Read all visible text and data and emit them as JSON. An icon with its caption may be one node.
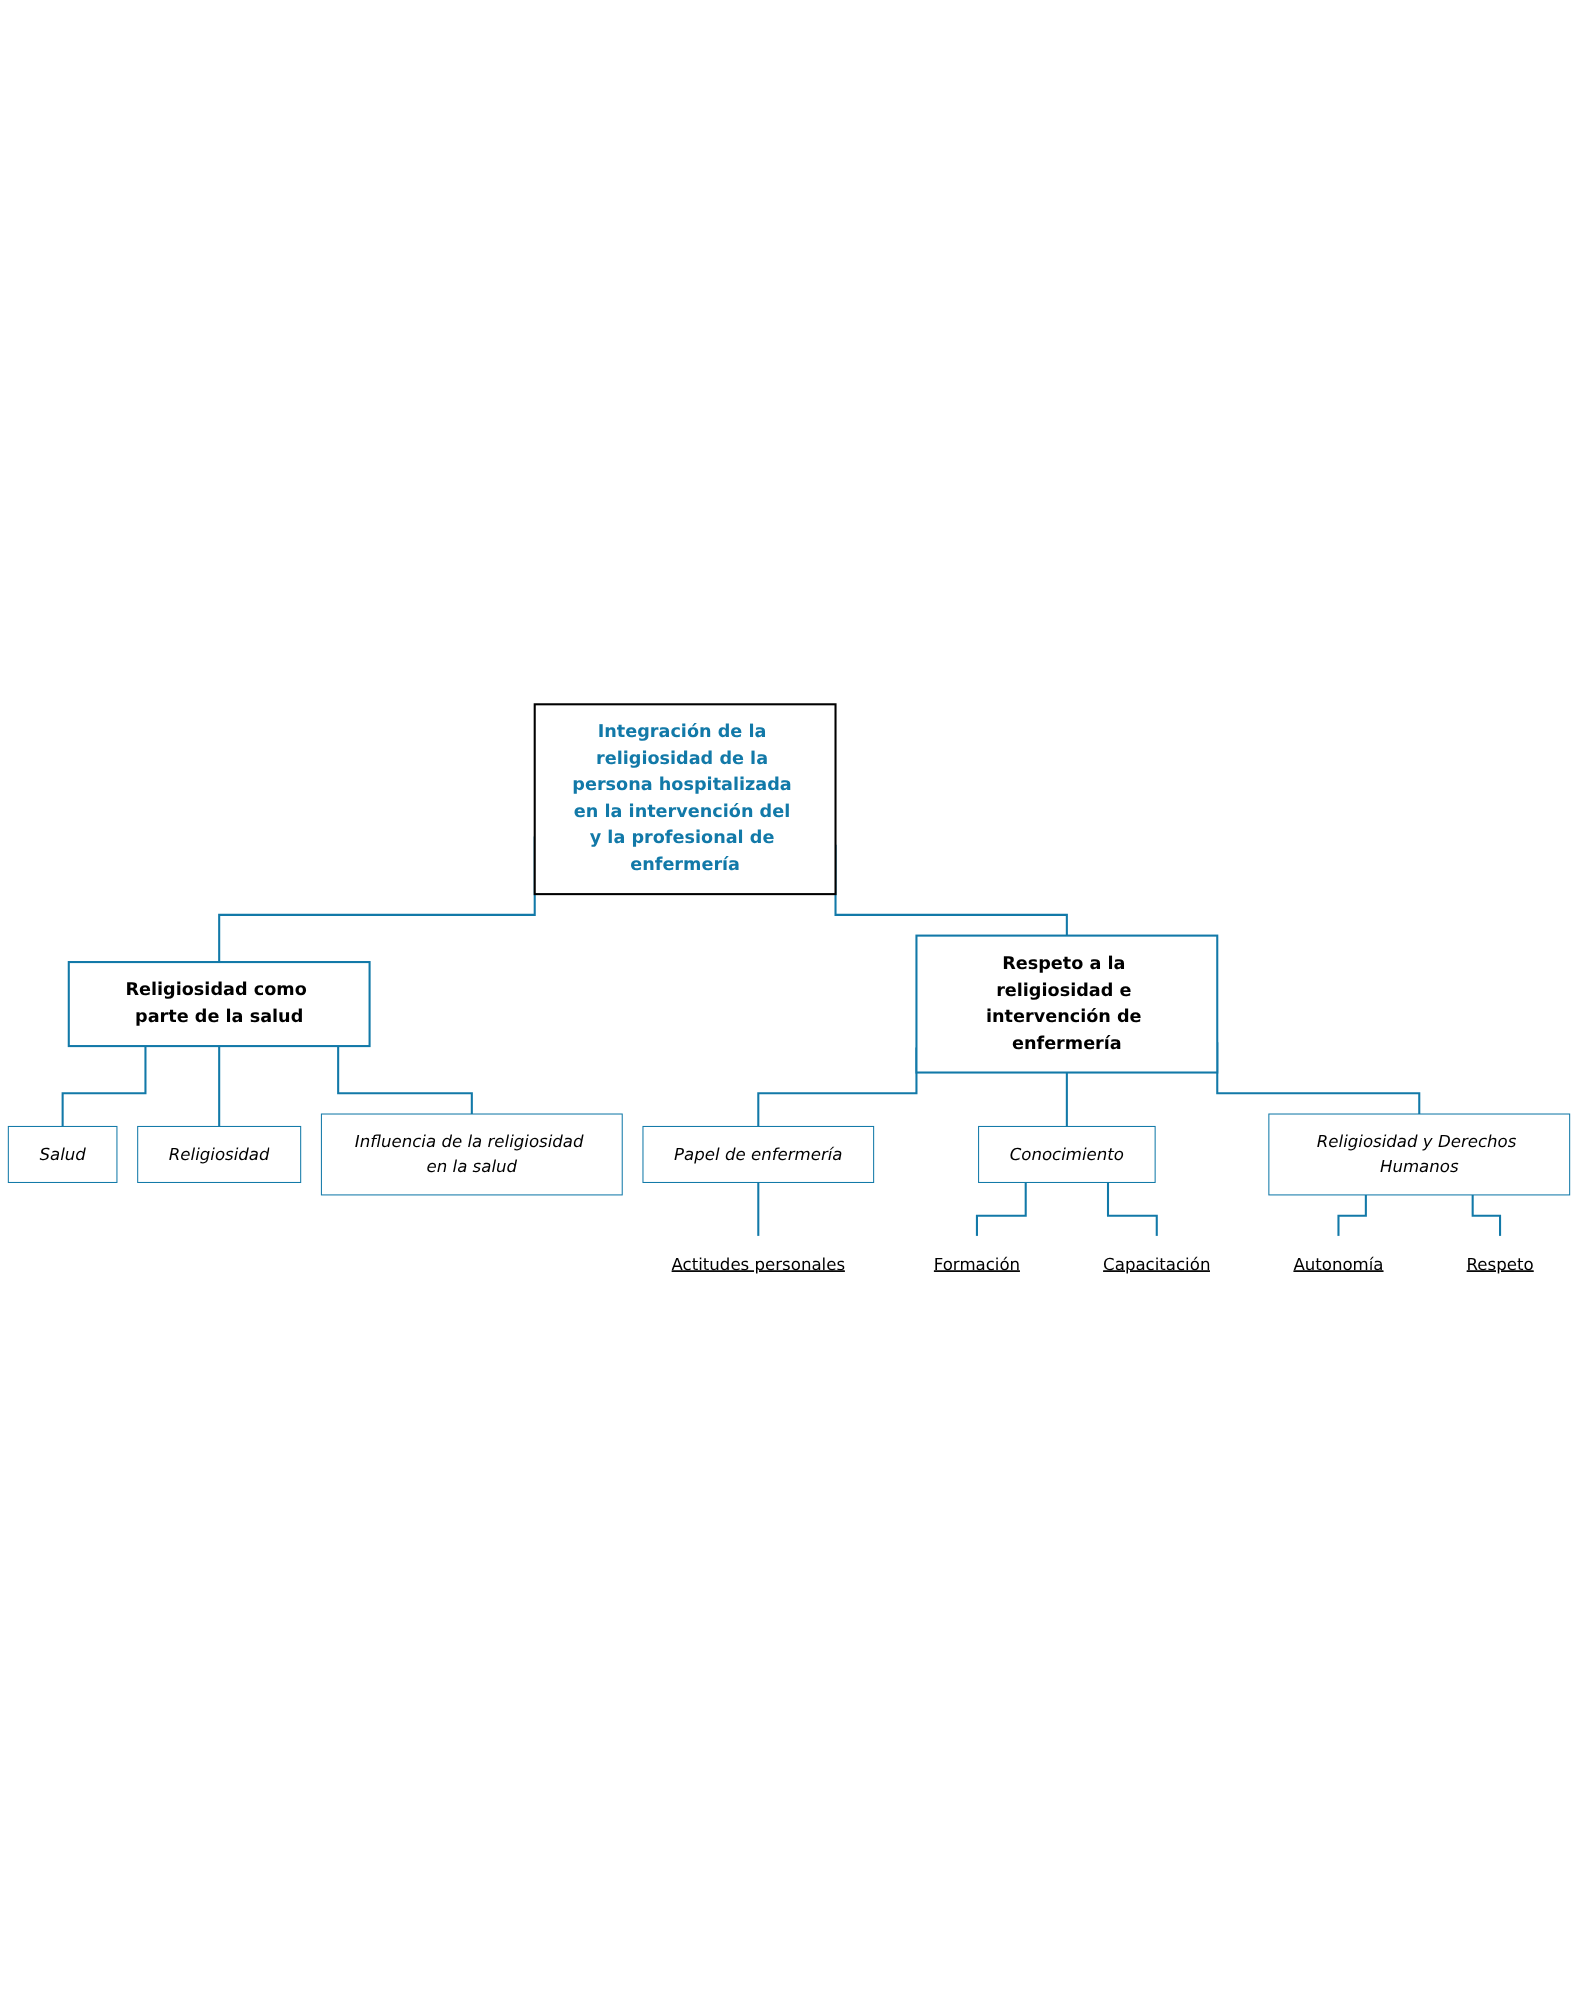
{
  "diagram": {
    "nodes": [
      {
        "text": [
          "Integración de la religiosidad de la persona hospitalizada en la intervención del y la profesional de enfermería"
        ]
      },
      {
        "text": [
          "Religiosidad como parte de la salud"
        ]
      },
      {
        "text": [
          "Respeto a la religiosidad e intervención de enfermería"
        ]
      },
      {
        "text": [
          "Salud"
        ]
      },
      {
        "text": [
          "Religiosidad"
        ]
      },
      {
        "text": [
          "Influencia de la religiosidad en la salud"
        ]
      },
      {
        "text": [
          "Papel de enfermería"
        ]
      },
      {
        "text": [
          "Actitudes personales"
        ]
      },
      {
        "text": [
          "Conocimiento"
        ]
      },
      {
        "text": [
          "Formación"
        ]
      },
      {
        "text": [
          "Capacitación"
        ]
      },
      {
        "text": [
          "Religiosidad y Derechos Humanos"
        ]
      },
      {
        "text": [
          "Autonomía"
        ]
      },
      {
        "text": [
          "Respeto"
        ]
      }
    ],
    "edges": [
      {
        "from": 0,
        "to": 1,
        "arrow": "none"
      },
      {
        "from": 0,
        "to": 2,
        "arrow": "none"
      },
      {
        "from": 1,
        "to": 3,
        "arrow": "none"
      },
      {
        "from": 1,
        "to": 4,
        "arrow": "none"
      },
      {
        "from": 1,
        "to": 5,
        "arrow": "none"
      },
      {
        "from": 2,
        "to": 6,
        "arrow": "none"
      },
      {
        "from": 6,
        "to": 7,
        "arrow": "none"
      },
      {
        "from": 2,
        "to": 8,
        "arrow": "none"
      },
      {
        "from": 8,
        "to": 9,
        "arrow": "none"
      },
      {
        "from": 8,
        "to": 10,
        "arrow": "none"
      },
      {
        "from": 2,
        "to": 11,
        "arrow": "none"
      },
      {
        "from": 11,
        "to": 12,
        "arrow": "none"
      },
      {
        "from": 11,
        "to": 13,
        "arrow": "none"
      }
    ]
  }
}
